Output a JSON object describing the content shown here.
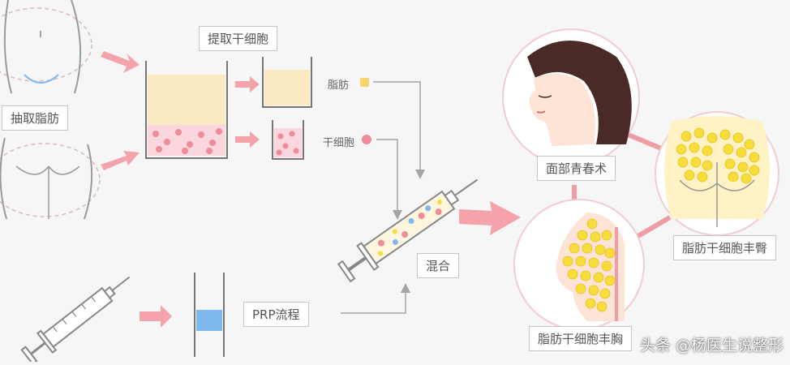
{
  "labels": {
    "extract_fat": "抽取脂肪",
    "extract_stem_cells": "提取干细胞",
    "fat": "脂肪",
    "stem_cells": "干细胞",
    "mix": "混合",
    "prp": "PRP流程",
    "face": "面部青春术",
    "hip": "脂肪干细胞丰臀",
    "breast": "脂肪干细胞丰胸"
  },
  "watermark": "头条 @杨医生说整形",
  "colors": {
    "arrow": "#f4a3aa",
    "fat_layer": "#fbe9c4",
    "cell_layer": "#fbd6dc",
    "cell_dot": "#ee8c98",
    "fat_globule": "#f6dc3c",
    "prp_blue": "#7fb7ef",
    "connector": "#ee9ca6"
  }
}
